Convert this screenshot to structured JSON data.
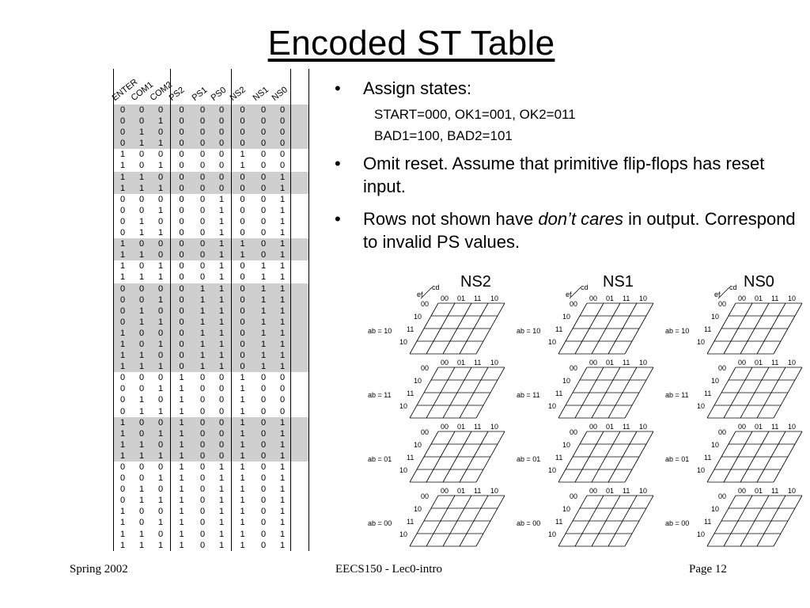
{
  "title": "Encoded ST Table",
  "table": {
    "headers": [
      "ENTER",
      "COM1",
      "COM2",
      "PS2",
      "PS1",
      "PS0",
      "NS2",
      "NS1",
      "NS0"
    ],
    "rows": [
      {
        "v": "000000000",
        "shaded": true
      },
      {
        "v": "001000000",
        "shaded": true
      },
      {
        "v": "010000000",
        "shaded": true
      },
      {
        "v": "011000000",
        "shaded": true
      },
      {
        "v": "100000100",
        "shaded": false
      },
      {
        "v": "101000100",
        "shaded": false
      },
      {
        "v": "110000001",
        "shaded": true
      },
      {
        "v": "111000001",
        "shaded": true
      },
      {
        "v": "000001001",
        "shaded": false
      },
      {
        "v": "001001001",
        "shaded": false
      },
      {
        "v": "010001001",
        "shaded": false
      },
      {
        "v": "011001001",
        "shaded": false
      },
      {
        "v": "100001101",
        "shaded": true
      },
      {
        "v": "110001101",
        "shaded": true
      },
      {
        "v": "101001011",
        "shaded": false
      },
      {
        "v": "111001011",
        "shaded": false
      },
      {
        "v": "000011011",
        "shaded": true
      },
      {
        "v": "001011011",
        "shaded": true
      },
      {
        "v": "010011011",
        "shaded": true
      },
      {
        "v": "011011011",
        "shaded": true
      },
      {
        "v": "100011011",
        "shaded": true
      },
      {
        "v": "101011011",
        "shaded": true
      },
      {
        "v": "110011011",
        "shaded": true
      },
      {
        "v": "111011011",
        "shaded": true
      },
      {
        "v": "000100100",
        "shaded": false
      },
      {
        "v": "001100100",
        "shaded": false
      },
      {
        "v": "010100100",
        "shaded": false
      },
      {
        "v": "011100100",
        "shaded": false
      },
      {
        "v": "100100101",
        "shaded": true
      },
      {
        "v": "101100101",
        "shaded": true
      },
      {
        "v": "110100101",
        "shaded": true
      },
      {
        "v": "111100101",
        "shaded": true
      },
      {
        "v": "000101101",
        "shaded": false
      },
      {
        "v": "001101101",
        "shaded": false
      },
      {
        "v": "010101101",
        "shaded": false
      },
      {
        "v": "011101101",
        "shaded": false
      },
      {
        "v": "100101101",
        "shaded": false
      },
      {
        "v": "101101101",
        "shaded": false
      },
      {
        "v": "110101101",
        "shaded": false
      },
      {
        "v": "111101101",
        "shaded": false
      }
    ]
  },
  "bullets": {
    "b1": "Assign states:",
    "b1_lines": [
      "START=000, OK1=001, OK2=011",
      "BAD1=100, BAD2=101"
    ],
    "b2": "Omit reset.  Assume that primitive flip-flops has reset input.",
    "b3_pre": "Rows not shown have ",
    "b3_em": "don’t cares",
    "b3_post": " in output.  Correspond to invalid PS values.",
    "marker": "•"
  },
  "kmaps": {
    "titles": [
      "NS2",
      "NS1",
      "NS0"
    ],
    "corner_cd": "cd",
    "corner_ef": "ef",
    "col_labels": [
      "00",
      "01",
      "11",
      "10"
    ],
    "row_labels": [
      "00",
      "10",
      "11",
      "10"
    ],
    "layer_labels": [
      "ab = 10",
      "ab = 11",
      "ab = 01",
      "ab = 00"
    ]
  },
  "footer": {
    "left": "Spring 2002",
    "center": "EECS150 - Lec0-intro",
    "right": "Page 12"
  }
}
